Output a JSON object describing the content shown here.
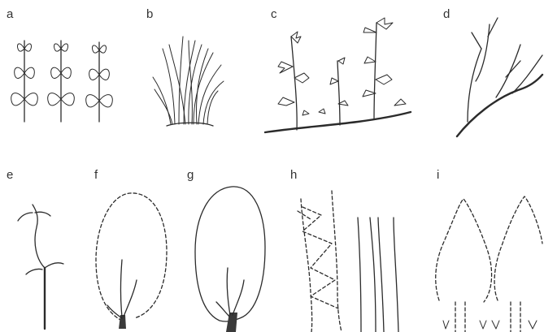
{
  "panels": [
    {
      "key": "a",
      "label": "a"
    },
    {
      "key": "b",
      "label": "b"
    },
    {
      "key": "c",
      "label": "c"
    },
    {
      "key": "d",
      "label": "d"
    },
    {
      "key": "e",
      "label": "e"
    },
    {
      "key": "f",
      "label": "f"
    },
    {
      "key": "g",
      "label": "g"
    },
    {
      "key": "h",
      "label": "h"
    },
    {
      "key": "i",
      "label": "i"
    }
  ]
}
